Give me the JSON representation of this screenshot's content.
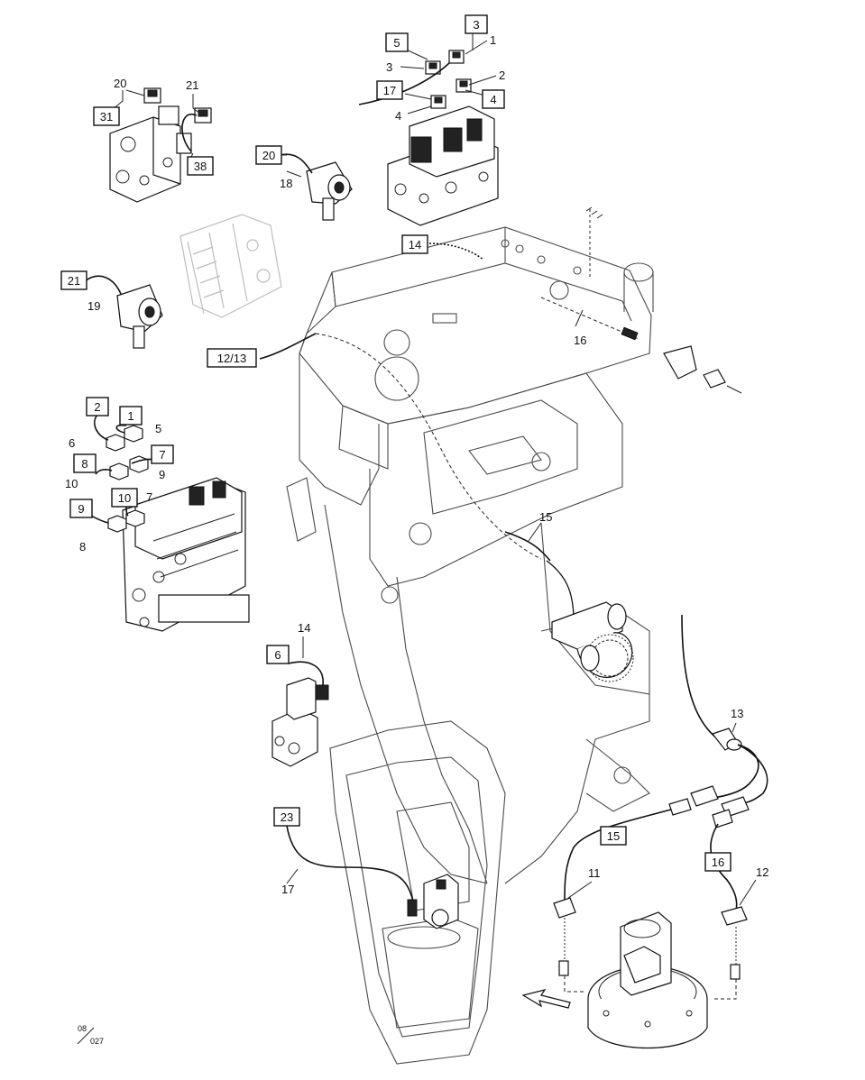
{
  "callouts": {
    "box_3_top": "3",
    "num_1_top": "1",
    "box_5": "5",
    "num_3_left": "3",
    "num_2_top": "2",
    "box_17": "17",
    "box_4": "4",
    "num_4_left": "4",
    "num_20_top": "20",
    "num_21_top": "21",
    "box_31": "31",
    "box_38": "38",
    "box_20_mid": "20",
    "num_18": "18",
    "box_14_top": "14",
    "box_21_mid": "21",
    "num_19": "19",
    "box_12_13": "12/13",
    "num_16_mid": "16",
    "box_2": "2",
    "box_1": "1",
    "num_5": "5",
    "num_6": "6",
    "box_7": "7",
    "box_8": "8",
    "num_9": "9",
    "num_10": "10",
    "box_10": "10",
    "num_7": "7",
    "box_9": "9",
    "num_8": "8",
    "num_15_mid": "15",
    "num_14_mid": "14",
    "box_6": "6",
    "num_13": "13",
    "box_15": "15",
    "num_11": "11",
    "box_16": "16",
    "num_12": "12",
    "box_23": "23",
    "num_17": "17"
  },
  "drawing_ref": {
    "top": "08",
    "bottom": "027"
  }
}
